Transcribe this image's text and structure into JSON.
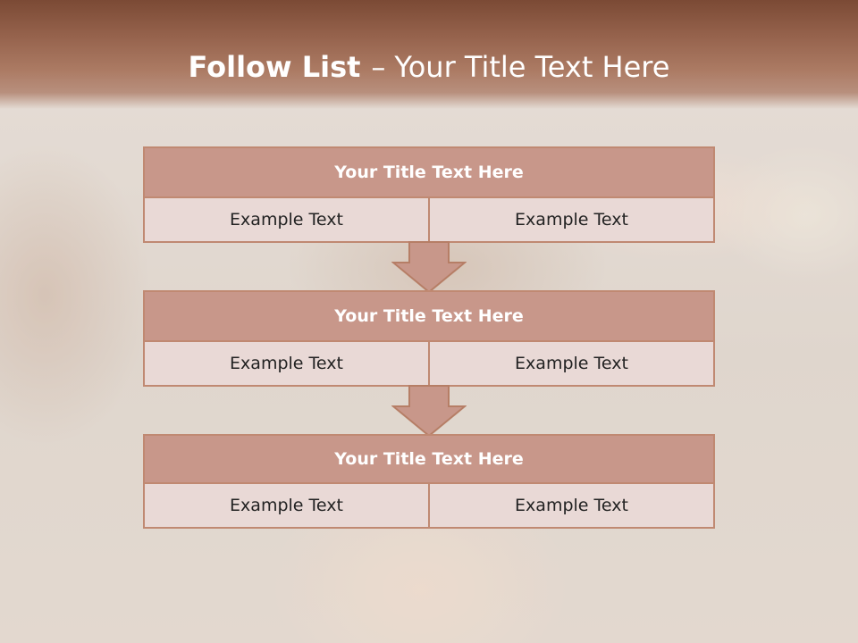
{
  "slide": {
    "title_bold": "Follow List",
    "title_dash": "–",
    "title_rest": "Your Title Text Here"
  },
  "colors": {
    "header": "#93604a",
    "box_title": "#c8978a",
    "box_body": "#e9d9d6",
    "border": "#c08972"
  },
  "blocks": [
    {
      "title": "Your Title Text Here",
      "left": "Example Text",
      "right": "Example Text"
    },
    {
      "title": "Your Title Text Here",
      "left": "Example Text",
      "right": "Example Text"
    },
    {
      "title": "Your Title Text Here",
      "left": "Example Text",
      "right": "Example Text"
    }
  ],
  "connectors": [
    "down-arrow-icon",
    "down-arrow-icon"
  ]
}
